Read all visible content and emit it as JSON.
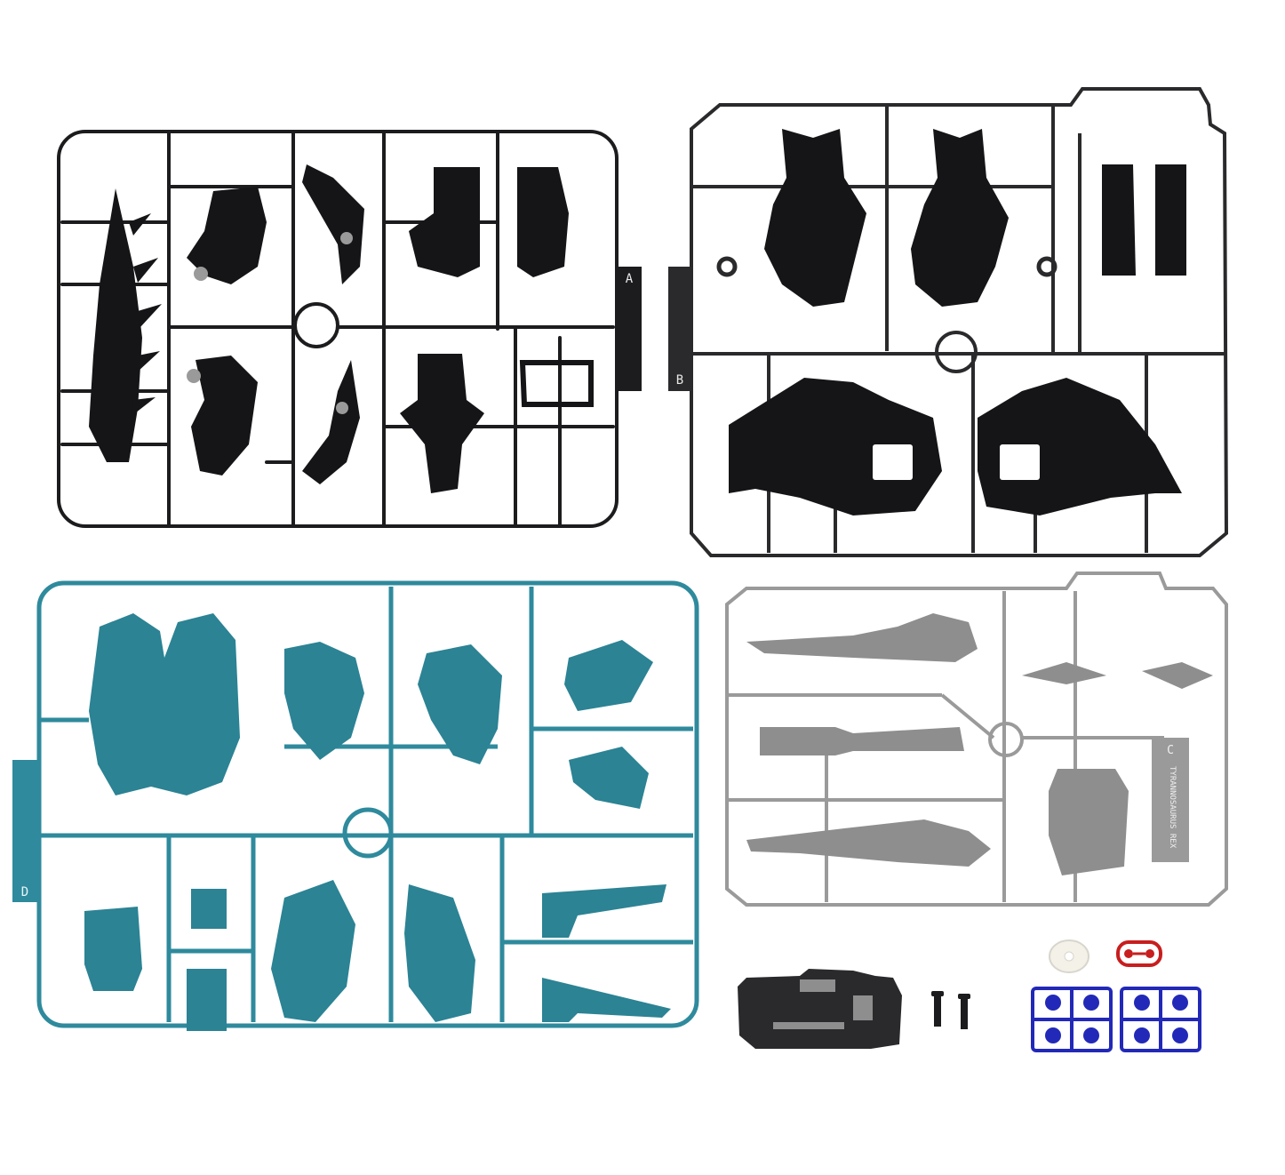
{
  "colors": {
    "background": "#ffffff",
    "runner_a": "#1c1c1e",
    "runner_b": "#2a2a2c",
    "runner_c": "#9a9a9a",
    "runner_d": "#2e8a9c",
    "part_black": "#151517",
    "part_teal": "#2b8394",
    "part_silver": "#8e8e8e",
    "accessory_red": "#c81e1e",
    "accessory_blue": "#2229b8",
    "accessory_white": "#f3f1e8"
  },
  "runners": {
    "a": {
      "tag": "A"
    },
    "b": {
      "tag": "B"
    },
    "c": {
      "tag": "C",
      "engraving": "TYRANNOSAURUS REX"
    },
    "d": {
      "tag": "D"
    }
  },
  "items": [
    "runner-a-black",
    "runner-b-black",
    "runner-c-silver",
    "runner-d-teal",
    "cockpit-block",
    "black-screws",
    "white-washer",
    "red-connector",
    "blue-polycap-runners"
  ]
}
